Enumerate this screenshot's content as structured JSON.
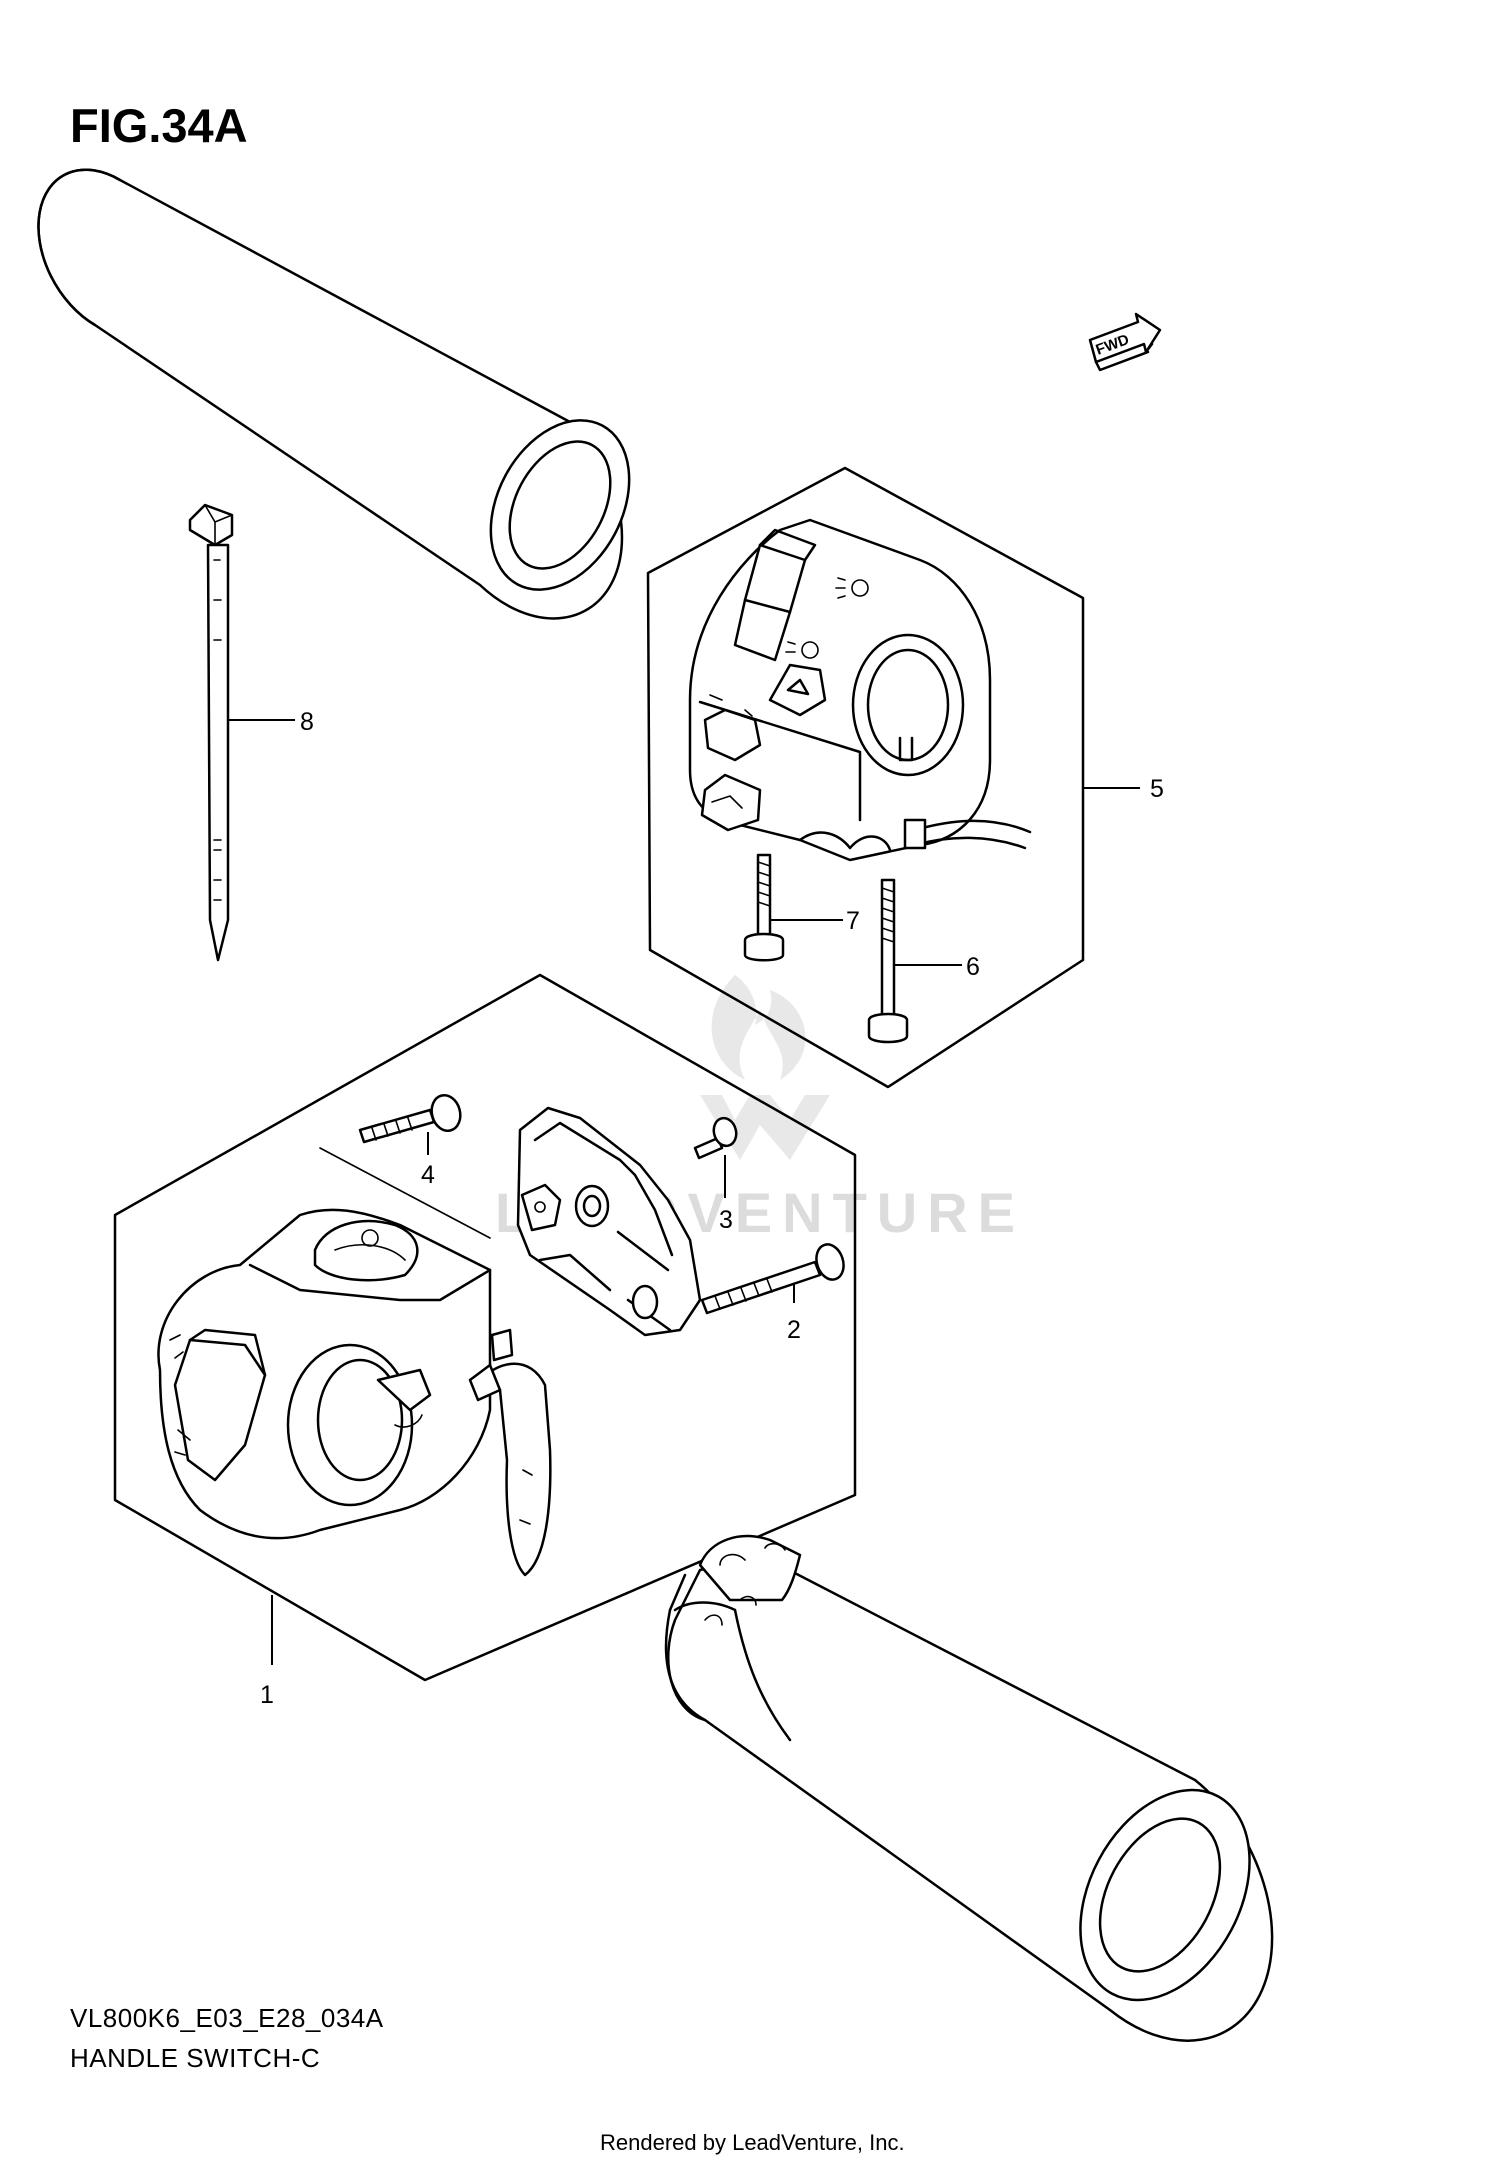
{
  "figure": {
    "title": "FIG.34A"
  },
  "fwd_badge": {
    "text": "FWD"
  },
  "callouts": [
    {
      "id": "1",
      "label": "1"
    },
    {
      "id": "2",
      "label": "2"
    },
    {
      "id": "3",
      "label": "3"
    },
    {
      "id": "4",
      "label": "4"
    },
    {
      "id": "5",
      "label": "5"
    },
    {
      "id": "6",
      "label": "6"
    },
    {
      "id": "7",
      "label": "7"
    },
    {
      "id": "8",
      "label": "8"
    }
  ],
  "footer": {
    "model_code": "VL800K6_E03_E28_034A",
    "section_name": "HANDLE SWITCH-C",
    "credit": "Rendered by LeadVenture, Inc."
  },
  "watermark": {
    "text": "LEADVENTURE"
  }
}
